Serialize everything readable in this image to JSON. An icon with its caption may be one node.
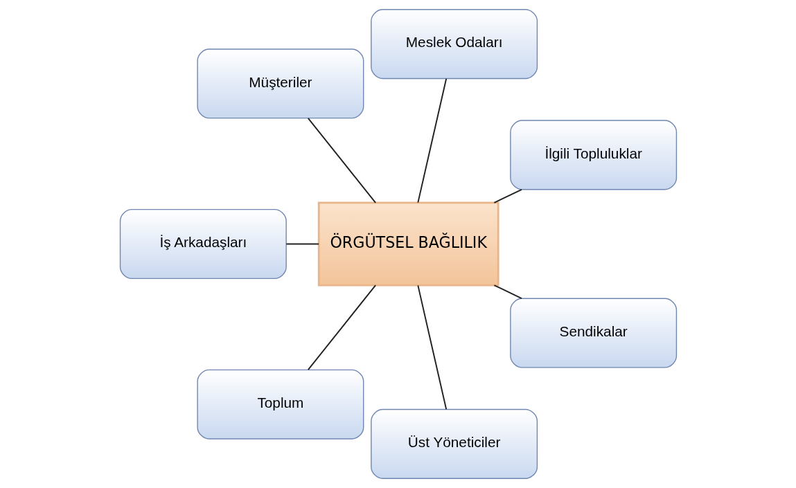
{
  "diagram": {
    "nodes": [
      {
        "text": [
          "ÖRGÜTSEL BAĞLILIK"
        ]
      },
      {
        "text": [
          "İlgili Topluluklar"
        ]
      },
      {
        "text": [
          "Meslek Odaları"
        ]
      },
      {
        "text": [
          "Müşteriler"
        ]
      },
      {
        "text": [
          "İş Arkadaşları"
        ]
      },
      {
        "text": [
          "Toplum"
        ]
      },
      {
        "text": [
          "Üst Yöneticiler"
        ]
      },
      {
        "text": [
          "Sendikalar"
        ]
      }
    ],
    "edges": [
      {
        "from": 0,
        "to": 1,
        "arrow": "none"
      },
      {
        "from": 0,
        "to": 3,
        "arrow": "none"
      },
      {
        "from": 0,
        "to": 5,
        "arrow": "none"
      },
      {
        "from": 0,
        "to": 7,
        "arrow": "none"
      },
      {
        "from": 0,
        "to": 6,
        "arrow": "none"
      },
      {
        "from": 0,
        "to": 4,
        "arrow": "none"
      },
      {
        "from": 0,
        "to": 2,
        "arrow": "none"
      }
    ]
  }
}
